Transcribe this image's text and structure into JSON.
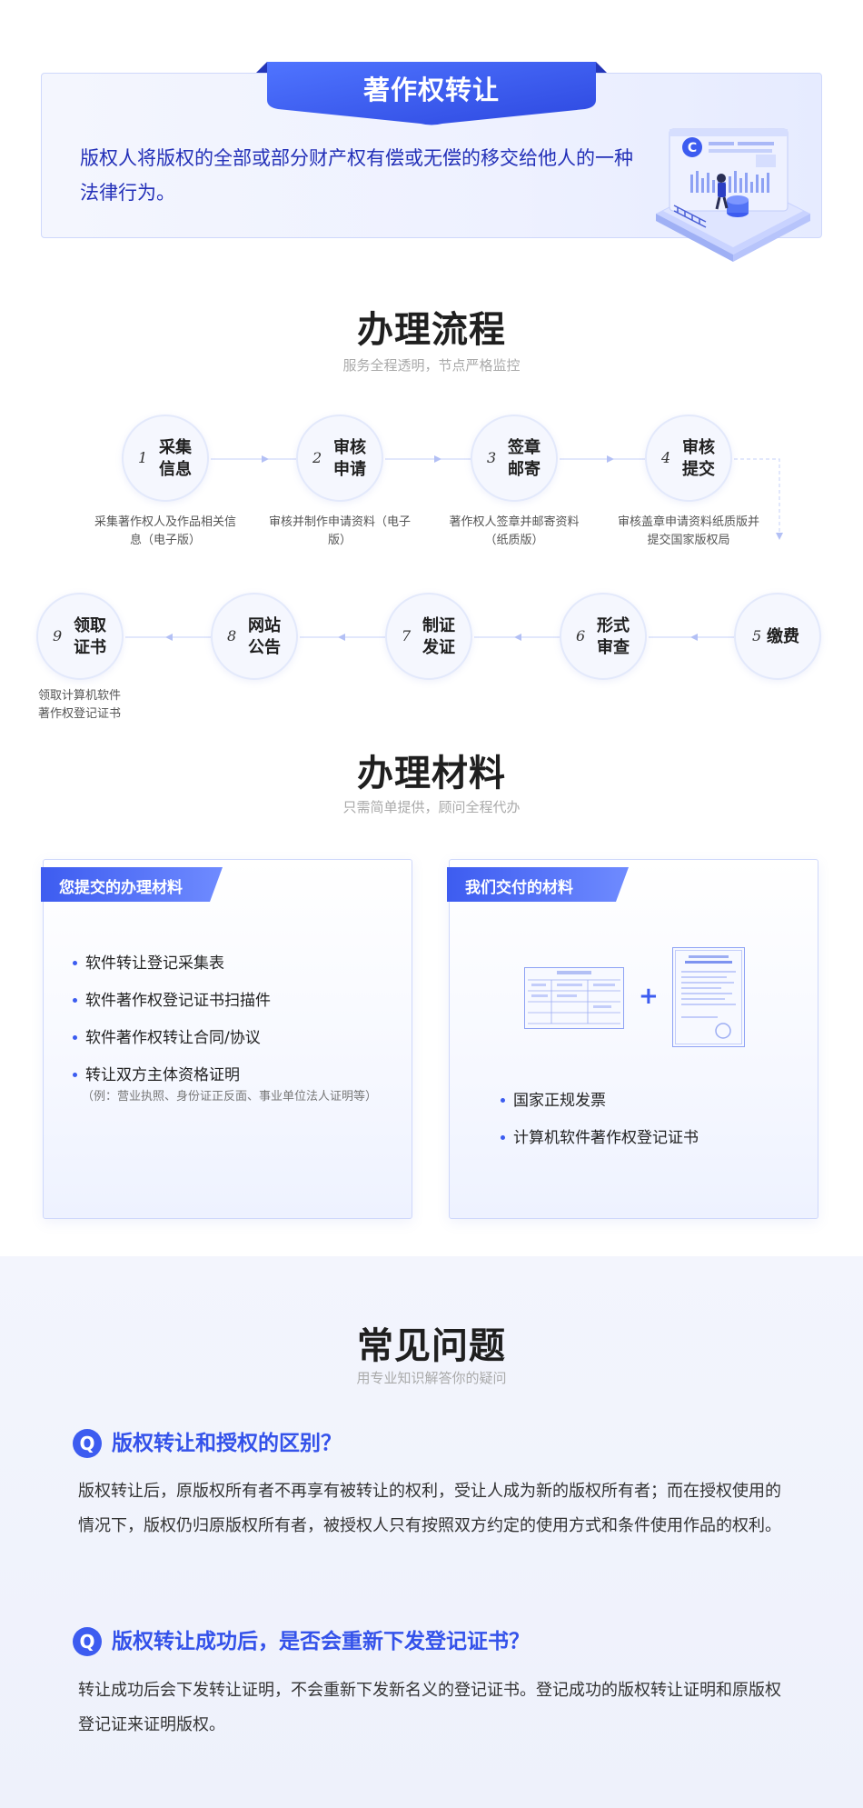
{
  "hero": {
    "title": "著作权转让",
    "description": "版权人将版权的全部或部分财产权有偿或无偿的移交给他人的一种法律行为。"
  },
  "process": {
    "title": "办理流程",
    "subtitle": "服务全程透明，节点严格监控",
    "steps": [
      {
        "num": "1",
        "name": "采集信息",
        "desc": "采集著作权人及作品相关信息（电子版）"
      },
      {
        "num": "2",
        "name": "审核申请",
        "desc": "审核并制作申请资料（电子版）"
      },
      {
        "num": "3",
        "name": "签章邮寄",
        "desc": "著作权人签章并邮寄资料（纸质版）"
      },
      {
        "num": "4",
        "name": "审核提交",
        "desc": "审核盖章申请资料纸质版并提交国家版权局"
      },
      {
        "num": "5",
        "name": "缴费",
        "desc": ""
      },
      {
        "num": "6",
        "name": "形式审查",
        "desc": ""
      },
      {
        "num": "7",
        "name": "制证发证",
        "desc": ""
      },
      {
        "num": "8",
        "name": "网站公告",
        "desc": ""
      },
      {
        "num": "9",
        "name": "领取证书",
        "desc": "领取计算机软件著作权登记证书"
      }
    ]
  },
  "materials": {
    "title": "办理材料",
    "subtitle": "只需简单提供，顾问全程代办",
    "submit": {
      "tab": "您提交的办理材料",
      "items": [
        {
          "text": "软件转让登记采集表",
          "note": ""
        },
        {
          "text": "软件著作权登记证书扫描件",
          "note": ""
        },
        {
          "text": "软件著作权转让合同/协议",
          "note": ""
        },
        {
          "text": "转让双方主体资格证明",
          "note": "（例：营业执照、身份证正反面、事业单位法人证明等）"
        }
      ]
    },
    "deliver": {
      "tab": "我们交付的材料",
      "items": [
        "国家正规发票",
        "计算机软件著作权登记证书"
      ]
    }
  },
  "faq": {
    "title": "常见问题",
    "subtitle": "用专业知识解答你的疑问",
    "items": [
      {
        "icon": "Q",
        "question": "版权转让和授权的区别？",
        "answer": "版权转让后，原版权所有者不再享有被转让的权利，受让人成为新的版权所有者；而在授权使用的情况下，版权仍归原版权所有者，被授权人只有按照双方约定的使用方式和条件使用作品的权利。"
      },
      {
        "icon": "Q",
        "question": "版权转让成功后，是否会重新下发登记证书？",
        "answer": "转让成功后会下发转让证明，不会重新下发新名义的登记证书。登记成功的版权转让证明和原版权登记证来证明版权。"
      }
    ]
  },
  "colors": {
    "accent": "#3d5cf0",
    "accent_light": "#6f8bff",
    "text": "#333333"
  }
}
